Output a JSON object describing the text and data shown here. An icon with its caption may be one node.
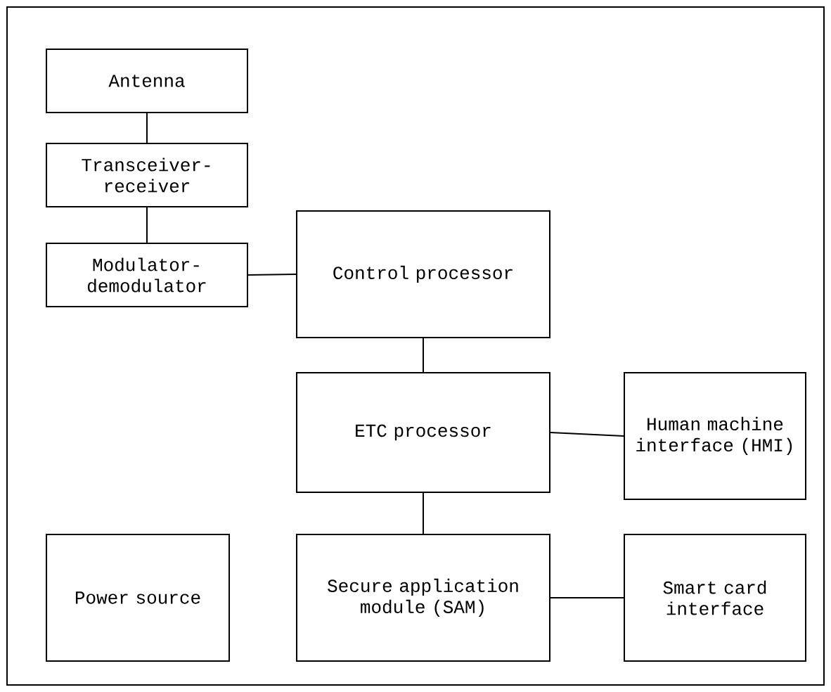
{
  "diagram": {
    "nodes": [
      {
        "text": [
          "Antenna"
        ]
      },
      {
        "text": [
          "Transceiver-receiver"
        ]
      },
      {
        "text": [
          "Modulator-demodulator"
        ]
      },
      {
        "text": [
          "Control processor"
        ]
      },
      {
        "text": [
          "ETC processor"
        ]
      },
      {
        "text": [
          "Human machine interface (HMI)"
        ]
      },
      {
        "text": [
          "Power source"
        ]
      },
      {
        "text": [
          "Secure application module (SAM)"
        ]
      },
      {
        "text": [
          "Smart card interface"
        ]
      }
    ],
    "edges": [
      {
        "from": 0,
        "to": 1,
        "arrow": "none"
      },
      {
        "from": 1,
        "to": 2,
        "arrow": "none"
      },
      {
        "from": 2,
        "to": 3,
        "arrow": "none"
      },
      {
        "from": 3,
        "to": 4,
        "arrow": "none"
      },
      {
        "from": 4,
        "to": 5,
        "arrow": "none"
      },
      {
        "from": 4,
        "to": 7,
        "arrow": "none"
      },
      {
        "from": 7,
        "to": 8,
        "arrow": "none"
      }
    ]
  }
}
